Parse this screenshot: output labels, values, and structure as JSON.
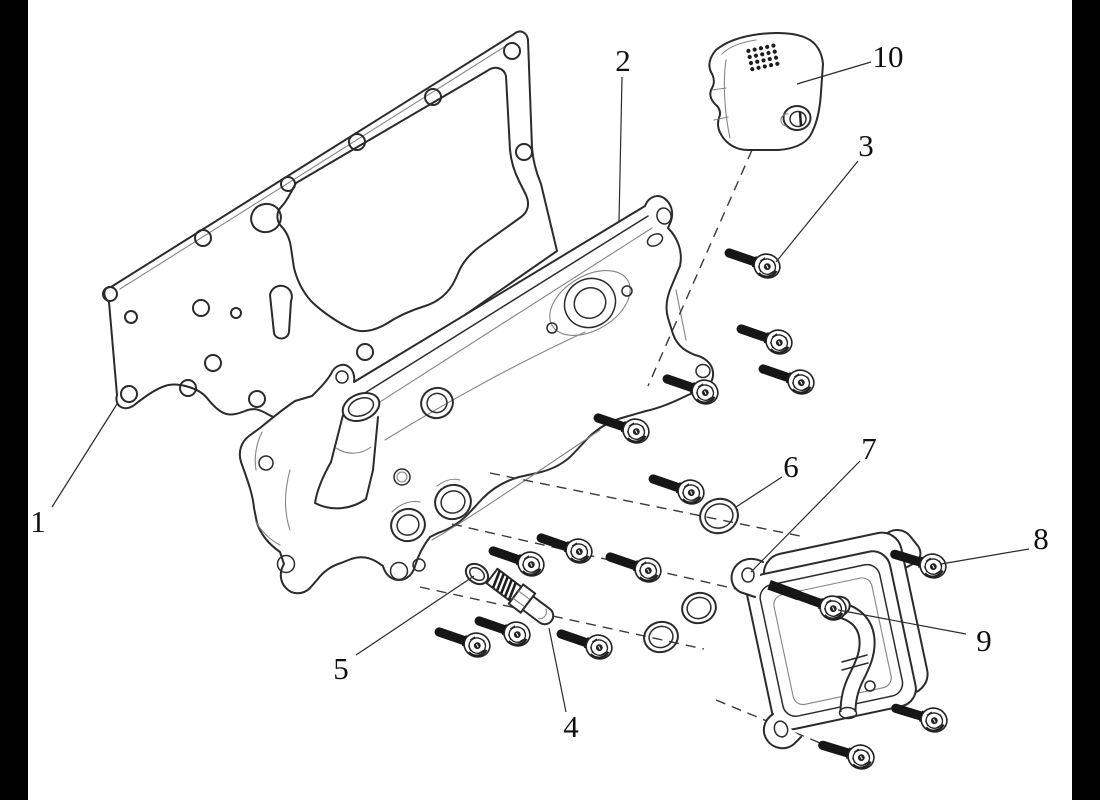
{
  "diagram": {
    "callouts": [
      {
        "label": "1"
      },
      {
        "label": "2"
      },
      {
        "label": "3"
      },
      {
        "label": "4"
      },
      {
        "label": "5"
      },
      {
        "label": "6"
      },
      {
        "label": "7"
      },
      {
        "label": "8"
      },
      {
        "label": "9"
      },
      {
        "label": "10"
      }
    ],
    "colors": {
      "background": "#ffffff",
      "line": "#2b2b2b",
      "bolt": "#161616",
      "frame_bars": "#000000"
    }
  }
}
